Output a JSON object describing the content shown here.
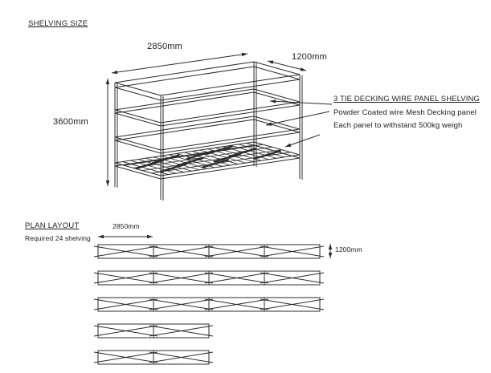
{
  "document": {
    "section1_title": "SHELVING SIZE",
    "section2_title": "PLAN LAYOUT",
    "plan_note": "Required 24 shelving"
  },
  "shelving_unit": {
    "width_label": "2850mm",
    "depth_label": "1200mm",
    "height_label": "3600mm",
    "annotation_title": "3 TIE DECKING WIRE PANEL SHELVING",
    "annotation_spec_1": "Powder Coated wire Mesh Decking panel",
    "annotation_spec_2": "Each panel to withstand 500kg weigh"
  },
  "plan_layout": {
    "bay_width_label": "2850mm",
    "bay_depth_label": "1200mm",
    "rows_of_bays": [
      4,
      4,
      4,
      2,
      2
    ]
  },
  "colors": {
    "line": "#2b2b2b",
    "text": "#1c1c1c",
    "background": "#ffffff"
  }
}
